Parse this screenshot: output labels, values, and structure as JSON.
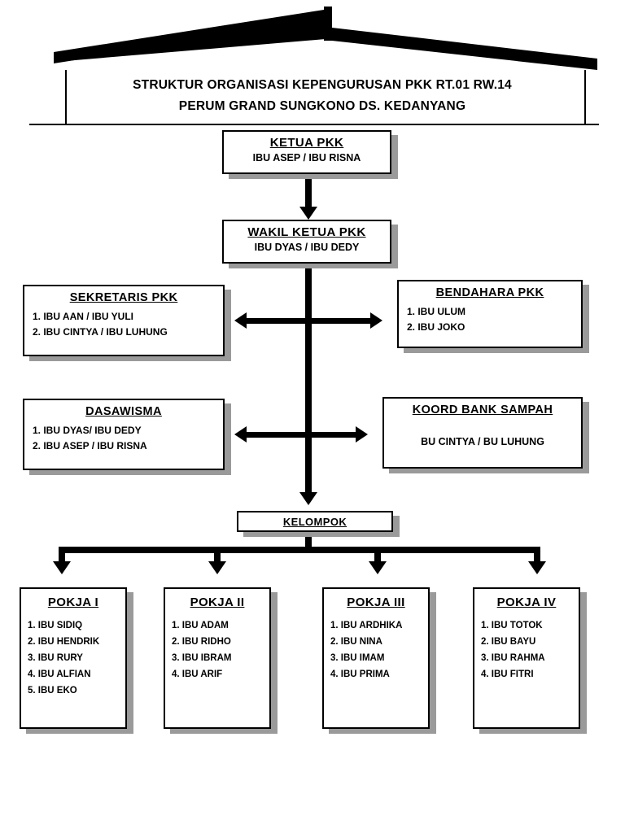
{
  "header": {
    "line1": "STRUKTUR ORGANISASI KEPENGURUSAN PKK  RT.01 RW.14",
    "line2": "PERUM GRAND SUNGKONO  DS. KEDANYANG"
  },
  "nodes": {
    "ketua": {
      "title": "KETUA PKK",
      "members": [
        "IBU ASEP / IBU RISNA"
      ]
    },
    "wakil": {
      "title": "WAKIL KETUA PKK",
      "members": [
        "IBU DYAS / IBU DEDY"
      ]
    },
    "sekretaris": {
      "title": "SEKRETARIS  PKK",
      "members": [
        "1.  IBU AAN / IBU YULI",
        "2.  IBU CINTYA / IBU LUHUNG"
      ]
    },
    "bendahara": {
      "title": "BENDAHARA  PKK",
      "members": [
        "1.   IBU ULUM",
        "2.   IBU JOKO"
      ]
    },
    "dasawisma": {
      "title": "DASAWISMA",
      "members": [
        "1. IBU DYAS/ IBU DEDY",
        "2.  IBU ASEP / IBU RISNA"
      ]
    },
    "bank_sampah": {
      "title": "KOORD BANK SAMPAH",
      "members": [
        "BU CINTYA / BU LUHUNG"
      ]
    },
    "kelompok": {
      "title": "KELOMPOK"
    },
    "pokja1": {
      "title": "POKJA I",
      "members": [
        "1. IBU SIDIQ",
        "2. IBU HENDRIK",
        "3. IBU RURY",
        "4. IBU ALFIAN",
        "5.  IBU EKO"
      ]
    },
    "pokja2": {
      "title": "POKJA II",
      "members": [
        "1. IBU ADAM",
        "2. IBU RIDHO",
        "3. IBU IBRAM",
        "4. IBU ARIF"
      ]
    },
    "pokja3": {
      "title": "POKJA III",
      "members": [
        "1. IBU ARDHIKA",
        "2. IBU NINA",
        "3. IBU IMAM",
        "4. IBU PRIMA"
      ]
    },
    "pokja4": {
      "title": "POKJA IV",
      "members": [
        "1. IBU TOTOK",
        "2. IBU BAYU",
        "3. IBU RAHMA",
        "4. IBU FITRI"
      ]
    }
  },
  "colors": {
    "line": "#000000",
    "shadow": "#9a9a9a",
    "background": "#ffffff"
  }
}
